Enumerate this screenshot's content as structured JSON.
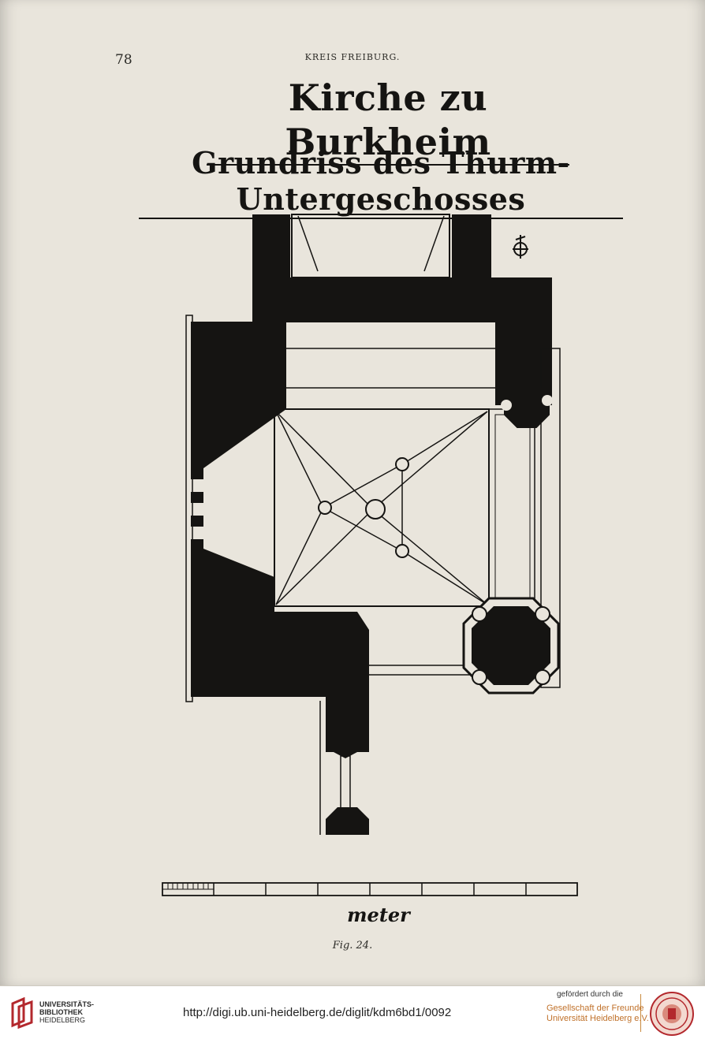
{
  "page": {
    "number": "78",
    "running_head": "KREIS FREIBURG."
  },
  "figure": {
    "title": "Kirche zu Burkheim",
    "subtitle": "Grundriss des Thurm-Untergeschosses",
    "scale_label": "meter",
    "caption": "Fig. 24."
  },
  "footer": {
    "library_name": [
      "UNIVERSITÄTS-",
      "BIBLIOTHEK",
      "HEIDELBERG"
    ],
    "url": "http://digi.ub.uni-heidelberg.de/diglit/kdm6bd1/0092",
    "sponsor_label": "gefördert durch die",
    "sponsor_name": [
      "Gesellschaft der Freunde",
      "Universität Heidelberg e.V."
    ]
  },
  "colors": {
    "ink": "#151412",
    "paper": "#e9e5dc",
    "sponsor_accent": "#c0712a",
    "logo_red": "#b3282d"
  }
}
